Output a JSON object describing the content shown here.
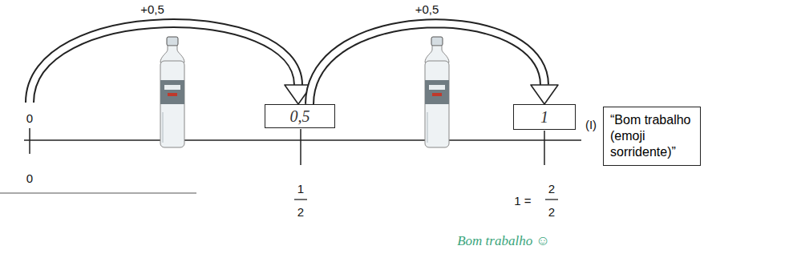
{
  "diagram": {
    "nodes": [
      {
        "text": [
          "0,5"
        ]
      },
      {
        "text": [
          "1"
        ]
      },
      {
        "text": [
          "“Bom trabalho (emoji sorridente)”"
        ]
      }
    ],
    "edges": [
      {
        "from": 0,
        "to": 1,
        "arrow": "to",
        "label": "+0,5"
      }
    ],
    "labels": [
      "+0,5",
      "0",
      "0",
      "1",
      "2",
      "1 =",
      "2",
      "2",
      "(I)",
      "Bom trabalho ☺"
    ]
  }
}
